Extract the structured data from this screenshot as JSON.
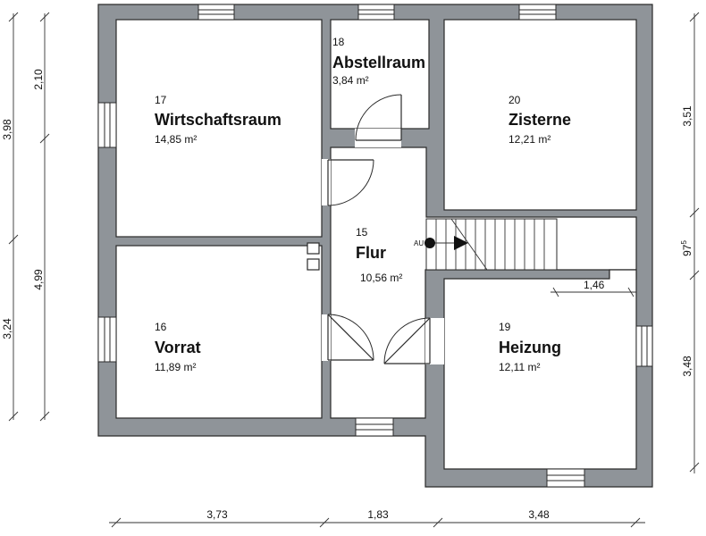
{
  "rooms": [
    {
      "id": "room-17",
      "number": "17",
      "name": "Wirtschaftsraum",
      "area": "14,85 m²"
    },
    {
      "id": "room-18",
      "number": "18",
      "name": "Abstellraum",
      "area": "3,84 m²"
    },
    {
      "id": "room-20",
      "number": "20",
      "name": "Zisterne",
      "area": "12,21 m²"
    },
    {
      "id": "room-15",
      "number": "15",
      "name": "Flur",
      "area": "10,56 m²"
    },
    {
      "id": "room-16",
      "number": "16",
      "name": "Vorrat",
      "area": "11,89 m²"
    },
    {
      "id": "room-19",
      "number": "19",
      "name": "Heizung",
      "area": "12,11 m²"
    }
  ],
  "dimensions": {
    "left_outer_total": "3,98",
    "left_outer_lower": "3,24",
    "left_inner_upper": "2,10",
    "left_inner_lower": "4,99",
    "right_upper": "3,51",
    "right_middle": "97",
    "right_middle_sup": "5",
    "right_lower": "3,48",
    "bottom_left": "3,73",
    "bottom_middle": "1,83",
    "bottom_right": "3,48",
    "interior_heizung": "1,46"
  },
  "stair": {
    "label": "AU"
  },
  "colors": {
    "wall": "#8f9499",
    "floor": "#ffffff",
    "line": "#2a2a2a"
  }
}
